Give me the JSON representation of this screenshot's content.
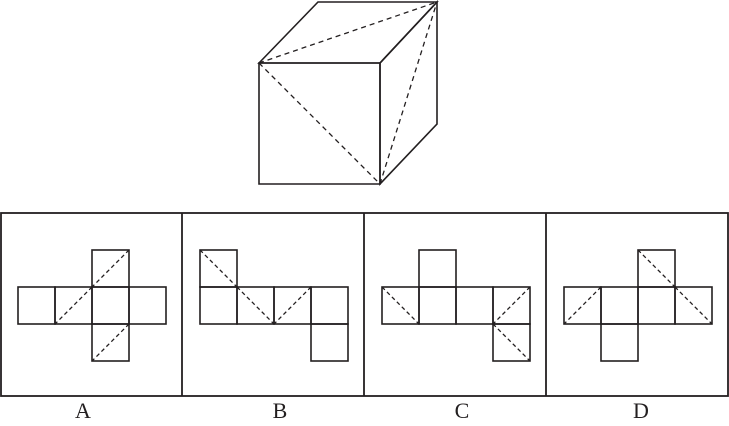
{
  "diagram": {
    "stroke_color": "#231f20",
    "background": "#ffffff",
    "options": [
      {
        "label": "A"
      },
      {
        "label": "B"
      },
      {
        "label": "C"
      },
      {
        "label": "D"
      }
    ]
  }
}
